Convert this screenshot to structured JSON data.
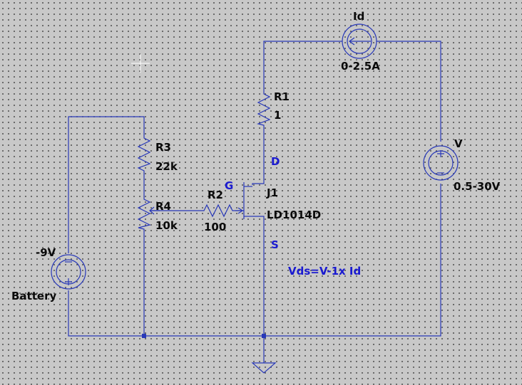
{
  "components": {
    "id_source": {
      "name": "Id",
      "value": "0-2.5A"
    },
    "v_source": {
      "name": "V",
      "value": "0.5-30V"
    },
    "battery": {
      "name": "Battery",
      "value": "-9V"
    },
    "r1": {
      "name": "R1",
      "value": "1"
    },
    "r2": {
      "name": "R2",
      "value": "100"
    },
    "r3": {
      "name": "R3",
      "value": "22k"
    },
    "r4": {
      "name": "R4",
      "value": "10k"
    },
    "j1": {
      "name": "J1",
      "model": "LD1014D"
    }
  },
  "node_labels": {
    "drain": "D",
    "gate": "G",
    "source": "S"
  },
  "expression": "Vds=V-1x Id",
  "pin_symbols": {
    "plus": "+",
    "minus": "−"
  },
  "colors": {
    "wire": "#2838b8",
    "annotation": "#1a1ad0",
    "label": "#0a0a0a",
    "background": "#c8c8c8"
  }
}
